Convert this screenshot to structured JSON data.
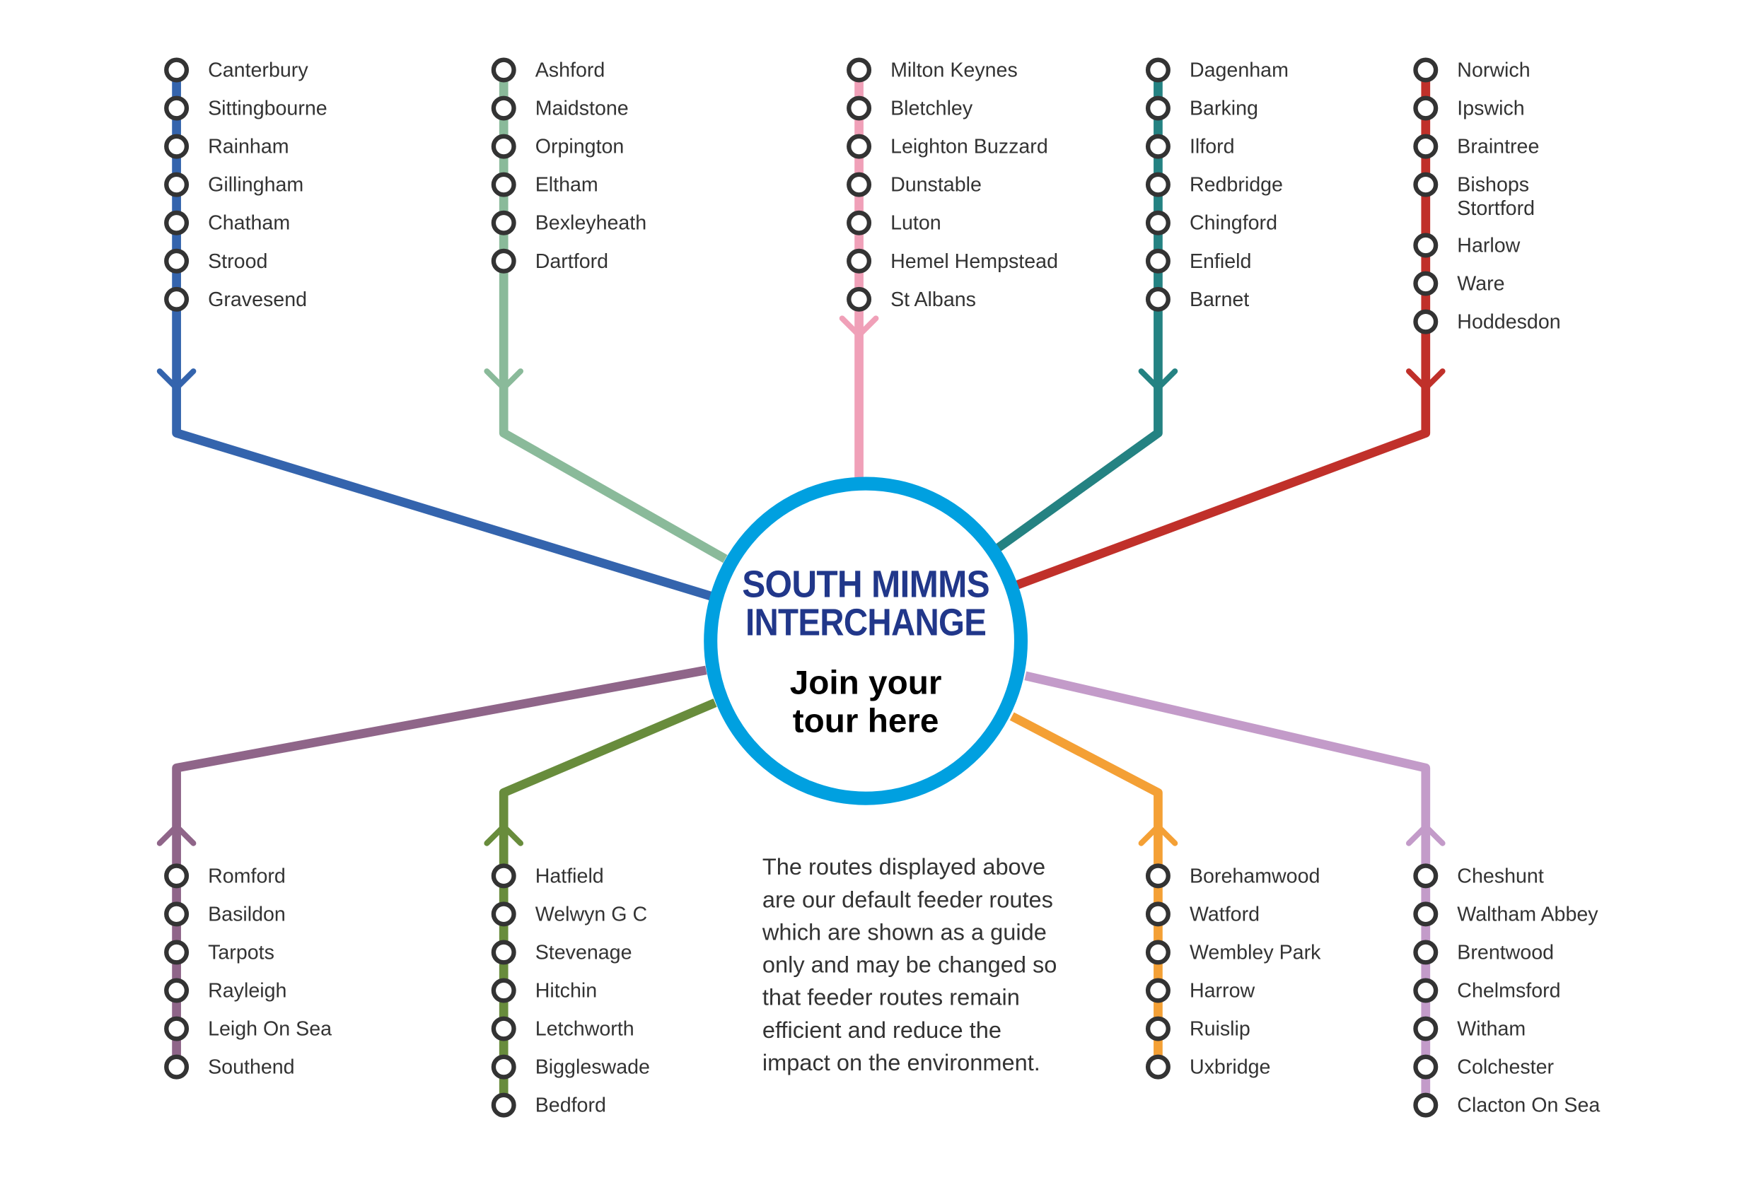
{
  "hub": {
    "title_line1": "SOUTH MIMMS",
    "title_line2": "INTERCHANGE",
    "subtitle_line1": "Join your",
    "subtitle_line2": "tour here",
    "ring_color": "#00a0e0",
    "title_color": "#21378a"
  },
  "note": {
    "lines": [
      "The routes displayed above",
      "are our default feeder routes",
      "which are shown as a guide",
      "only and may be changed so",
      "that feeder routes remain",
      "efficient and reduce the",
      "impact on the environment."
    ]
  },
  "routes": [
    {
      "id": "canterbury",
      "color": "#3464ad",
      "stations": [
        "Canterbury",
        "Sittingbourne",
        "Rainham",
        "Gillingham",
        "Chatham",
        "Strood",
        "Gravesend"
      ]
    },
    {
      "id": "ashford",
      "color": "#8aba9a",
      "stations": [
        "Ashford",
        "Maidstone",
        "Orpington",
        "Eltham",
        "Bexleyheath",
        "Dartford"
      ]
    },
    {
      "id": "milton-keynes",
      "color": "#f0a0b8",
      "stations": [
        "Milton Keynes",
        "Bletchley",
        "Leighton Buzzard",
        "Dunstable",
        "Luton",
        "Hemel Hempstead",
        "St Albans"
      ]
    },
    {
      "id": "dagenham",
      "color": "#248282",
      "stations": [
        "Dagenham",
        "Barking",
        "Ilford",
        "Redbridge",
        "Chingford",
        "Enfield",
        "Barnet"
      ]
    },
    {
      "id": "norwich",
      "color": "#c0302a",
      "stations": [
        "Norwich",
        "Ipswich",
        "Braintree",
        "Bishops\nStortford",
        "Harlow",
        "Ware",
        "Hoddesdon"
      ]
    },
    {
      "id": "romford",
      "color": "#8f6589",
      "stations": [
        "Romford",
        "Basildon",
        "Tarpots",
        "Rayleigh",
        "Leigh On Sea",
        "Southend"
      ]
    },
    {
      "id": "hatfield",
      "color": "#688c3c",
      "stations": [
        "Hatfield",
        "Welwyn G C",
        "Stevenage",
        "Hitchin",
        "Letchworth",
        "Biggleswade",
        "Bedford"
      ]
    },
    {
      "id": "borehamwood",
      "color": "#f4a035",
      "stations": [
        "Borehamwood",
        "Watford",
        "Wembley Park",
        "Harrow",
        "Ruislip",
        "Uxbridge"
      ]
    },
    {
      "id": "cheshunt",
      "color": "#c39bc9",
      "stations": [
        "Cheshunt",
        "Waltham Abbey",
        "Brentwood",
        "Chelmsford",
        "Witham",
        "Colchester",
        "Clacton On Sea"
      ]
    }
  ]
}
